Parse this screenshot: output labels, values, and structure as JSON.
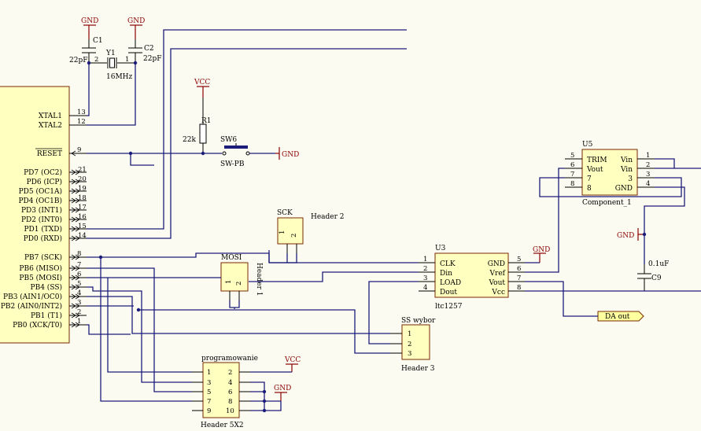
{
  "power": {
    "gnd": "GND",
    "vcc": "VCC"
  },
  "mcu": {
    "pins": [
      {
        "name": "XTAL1",
        "num": "13"
      },
      {
        "name": "XTAL2",
        "num": "12"
      },
      {
        "name": "RESET",
        "num": "9"
      },
      {
        "name": "PD7 (OC2)",
        "num": "21"
      },
      {
        "name": "PD6 (ICP)",
        "num": "20"
      },
      {
        "name": "PD5 (OC1A)",
        "num": "19"
      },
      {
        "name": "PD4 (OC1B)",
        "num": "18"
      },
      {
        "name": "PD3 (INT1)",
        "num": "17"
      },
      {
        "name": "PD2 (INT0)",
        "num": "16"
      },
      {
        "name": "PD1 (TXD)",
        "num": "15"
      },
      {
        "name": "PD0 (RXD)",
        "num": "14"
      },
      {
        "name": "PB7 (SCK)",
        "num": "8"
      },
      {
        "name": "PB6 (MISO)",
        "num": "7"
      },
      {
        "name": "PB5 (MOSI)",
        "num": "6"
      },
      {
        "name": "PB4 (SS)",
        "num": "5"
      },
      {
        "name": "PB3 (AIN1/OC0)",
        "num": "4"
      },
      {
        "name": "PB2 (AIN0/INT2)",
        "num": "3"
      },
      {
        "name": "PB1 (T1)",
        "num": "2"
      },
      {
        "name": "PB0 (XCK/T0)",
        "num": "1"
      }
    ]
  },
  "crystal": {
    "c1": "C1",
    "c1_value": "22pF",
    "c2": "C2",
    "c2_value": "22pF",
    "y1": "Y1",
    "y1_value": "16MHz",
    "pin1": "1",
    "pin2": "2"
  },
  "reset": {
    "r1": "R1",
    "r1_value": "22k",
    "sw": "SW6",
    "sw_type": "SW-PB"
  },
  "header2": {
    "designator": "SCK",
    "title": "Header 2",
    "pins": [
      "1",
      "2"
    ]
  },
  "header1": {
    "designator": "MOSI",
    "title": "Header 1",
    "pins": [
      "1",
      "2"
    ]
  },
  "header3": {
    "designator": "SS wybor",
    "title": "Header 3",
    "pins": [
      "1",
      "2",
      "3"
    ]
  },
  "header5x2": {
    "designator": "programowanie",
    "title": "Header 5X2",
    "pins": [
      "1",
      "2",
      "3",
      "4",
      "5",
      "6",
      "7",
      "8",
      "9",
      "10"
    ]
  },
  "u3": {
    "designator": "U3",
    "part": "ltc1257",
    "left_pins": [
      {
        "name": "CLK",
        "num": "1"
      },
      {
        "name": "Din",
        "num": "2"
      },
      {
        "name": "LOAD",
        "num": "3"
      },
      {
        "name": "Dout",
        "num": "4"
      }
    ],
    "right_pins": [
      {
        "name": "GND",
        "num": "5"
      },
      {
        "name": "Vref",
        "num": "6"
      },
      {
        "name": "Vout",
        "num": "7"
      },
      {
        "name": "Vcc",
        "num": "8"
      }
    ]
  },
  "u5": {
    "designator": "U5",
    "part": "Component_1",
    "left_pins": [
      {
        "name": "TRIM",
        "num": "5"
      },
      {
        "name": "Vout",
        "num": "6"
      },
      {
        "name": "7",
        "num": "7"
      },
      {
        "name": "8",
        "num": "8"
      }
    ],
    "right_pins": [
      {
        "name": "Vin",
        "num": "1"
      },
      {
        "name": "Vin",
        "num": "2"
      },
      {
        "name": "3",
        "num": "3"
      },
      {
        "name": "GND",
        "num": "4"
      }
    ]
  },
  "c9": {
    "designator": "C9",
    "value": "0.1uF"
  },
  "port": {
    "label": "DA out"
  }
}
